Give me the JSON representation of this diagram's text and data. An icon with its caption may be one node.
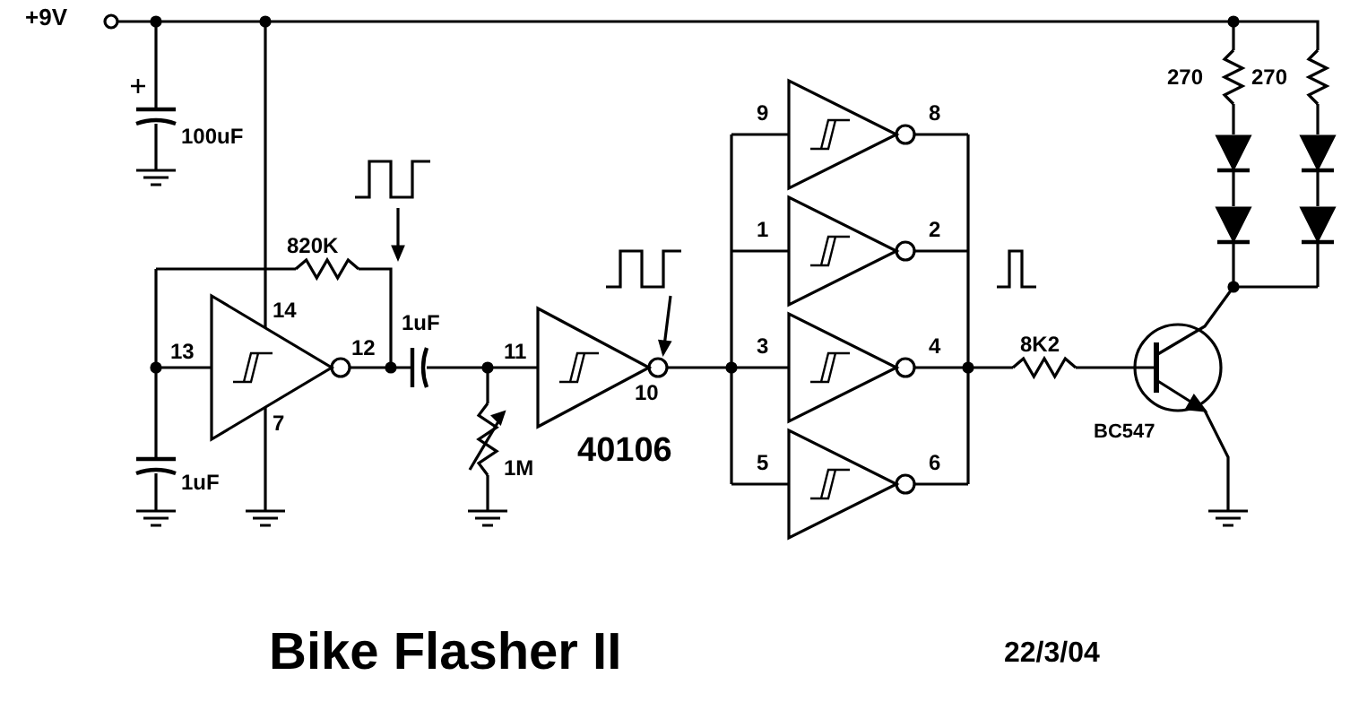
{
  "diagram": {
    "title": "Bike Flasher II",
    "labels": [
      "+9V",
      "100uF",
      "820K",
      "14",
      "13",
      "12",
      "1uF",
      "7",
      "1uF",
      "11",
      "10",
      "1M",
      "40106",
      "9",
      "8",
      "1",
      "2",
      "3",
      "4",
      "5",
      "6",
      "270",
      "270",
      "8K2",
      "BC547",
      "22/3/04"
    ]
  }
}
